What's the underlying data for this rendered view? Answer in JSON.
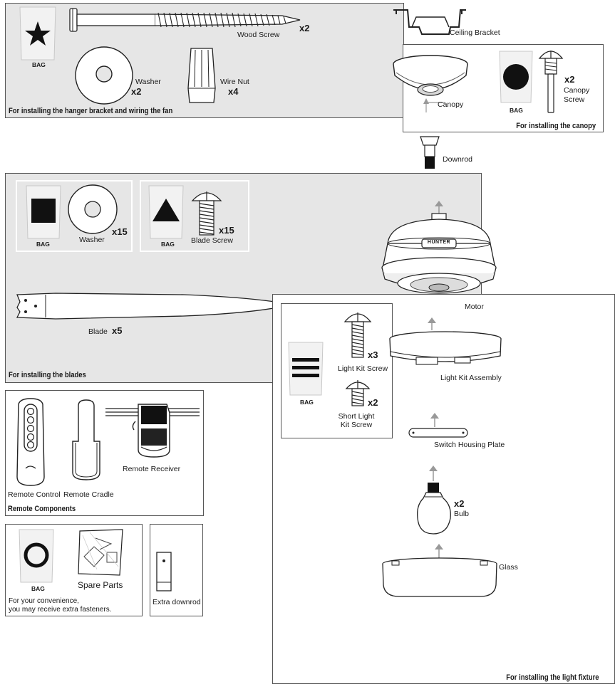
{
  "top": {
    "bag": "BAG",
    "wood_screw": "Wood Screw",
    "wood_screw_qty": "x2",
    "washer": "Washer",
    "washer_qty": "x2",
    "wire_nut": "Wire Nut",
    "wire_nut_qty": "x4",
    "caption": "For installing the hanger bracket and wiring the fan"
  },
  "ceiling_bracket": "Ceiling Bracket",
  "canopy_panel": {
    "canopy": "Canopy",
    "bag": "BAG",
    "screw_qty": "x2",
    "screw_label_1": "Canopy",
    "screw_label_2": "Screw",
    "caption": "For installing the canopy"
  },
  "downrod": "Downrod",
  "blades_panel": {
    "bag_1": "BAG",
    "washer": "Washer",
    "washer_qty": "x15",
    "bag_2": "BAG",
    "blade_screw": "Blade Screw",
    "blade_screw_qty": "x15",
    "blade": "Blade",
    "blade_qty": "x5",
    "caption": "For installing the blades"
  },
  "motor": {
    "brand": "HUNTER",
    "label": "Motor"
  },
  "light_panel": {
    "bag": "BAG",
    "light_kit_screw": "Light Kit Screw",
    "light_kit_screw_qty": "x3",
    "short_screw_1": "Short Light",
    "short_screw_2": "Kit Screw",
    "short_screw_qty": "x2",
    "light_kit_assembly": "Light Kit Assembly",
    "switch_housing_plate": "Switch Housing Plate",
    "bulb_qty": "x2",
    "bulb": "Bulb",
    "glass": "Glass",
    "caption": "For installing the light fixture"
  },
  "remote": {
    "remote_control": "Remote Control",
    "remote_cradle": "Remote Cradle",
    "remote_receiver": "Remote Receiver",
    "caption": "Remote Components"
  },
  "spare": {
    "bag": "BAG",
    "spare_parts": "Spare Parts",
    "note_1": "For your convenience,",
    "note_2": "you may receive extra fasteners."
  },
  "extra_downrod": "Extra downrod"
}
